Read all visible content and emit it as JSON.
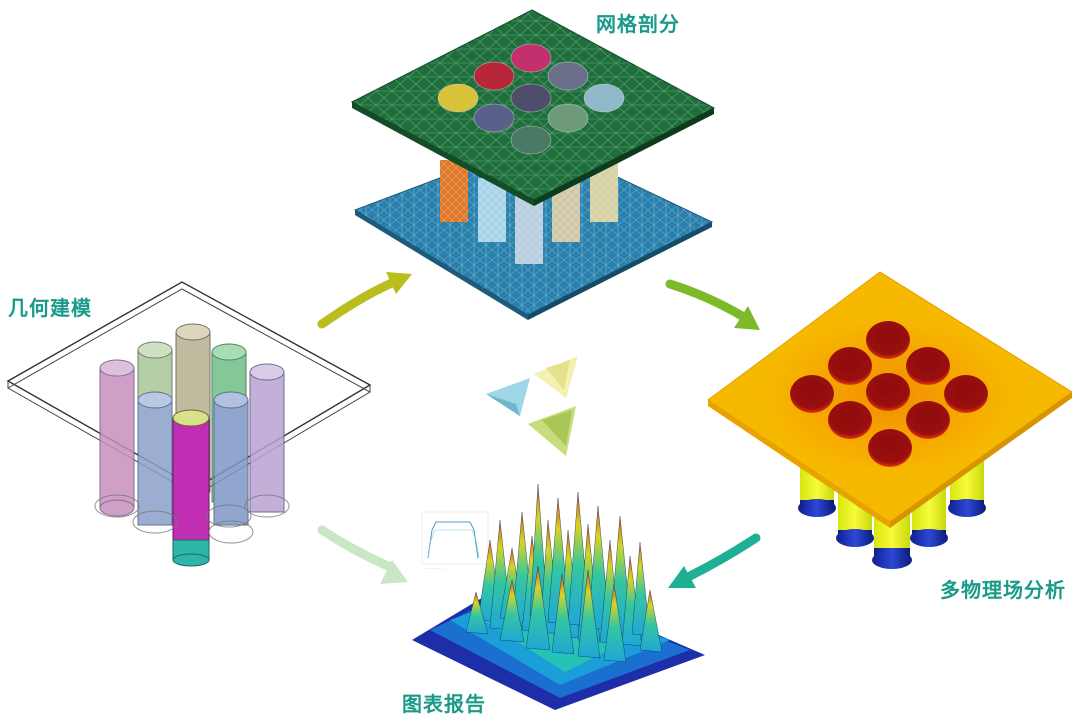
{
  "labels": {
    "geometry": "几何建模",
    "mesh": "网格剖分",
    "multiphysics": "多物理场分析",
    "report": "图表报告"
  },
  "colors": {
    "label": "#1a9a8a",
    "arrow_geo_to_mesh": "#b9bd1e",
    "arrow_mesh_to_mp": "#7dba2a",
    "arrow_mp_to_report": "#1faf95",
    "arrow_geo_to_report": "#c9e7c4",
    "mesh_top_plate": "#1f6e3b",
    "mesh_bottom_plate": "#2a7fab",
    "mp_plate": "#f7b500",
    "mp_hot": "#8d0b0b",
    "pillar_yellow": "#f1f51d",
    "pillar_blue": "#1a2ab0"
  },
  "icons": {
    "center_logo": "triangle-logo-icon"
  }
}
